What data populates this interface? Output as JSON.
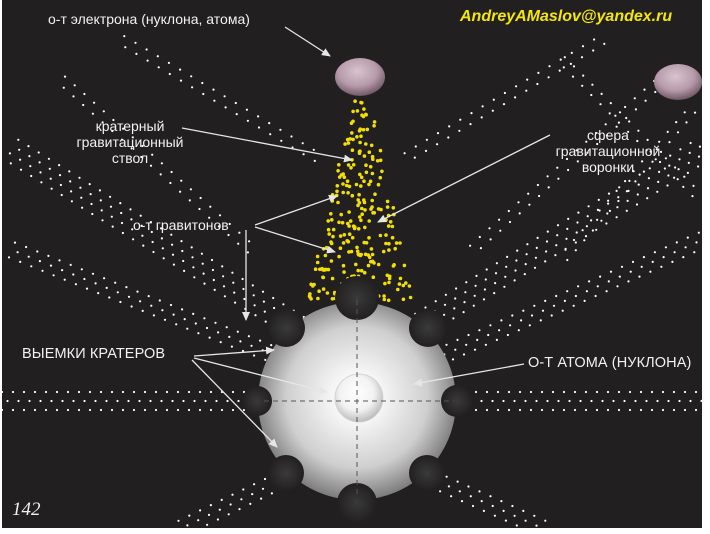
{
  "labels": {
    "electron": "о-т электрона (нуклона, атома)",
    "email": "AndreyAMaslov@yandex.ru",
    "crater_trunk": [
      "кратерный",
      "гравитационный",
      "ствол"
    ],
    "sphere_funnel": [
      "сфера",
      "гравитационной",
      "воронки"
    ],
    "gravitons": "о-т гравитонов",
    "crater_dimples": "ВЫЕМКИ КРАТЕРОВ",
    "atom": "О-Т АТОМА (НУКЛОНА)",
    "page_number": "142"
  },
  "colors": {
    "background": "#221f20",
    "dots": "#ffffff",
    "graviton_dots": "#f2df00",
    "email": "#f4e800",
    "sphere_light": "#ffffff",
    "sphere_dark": "#6c6c6c",
    "electron": "#b79aaa"
  }
}
